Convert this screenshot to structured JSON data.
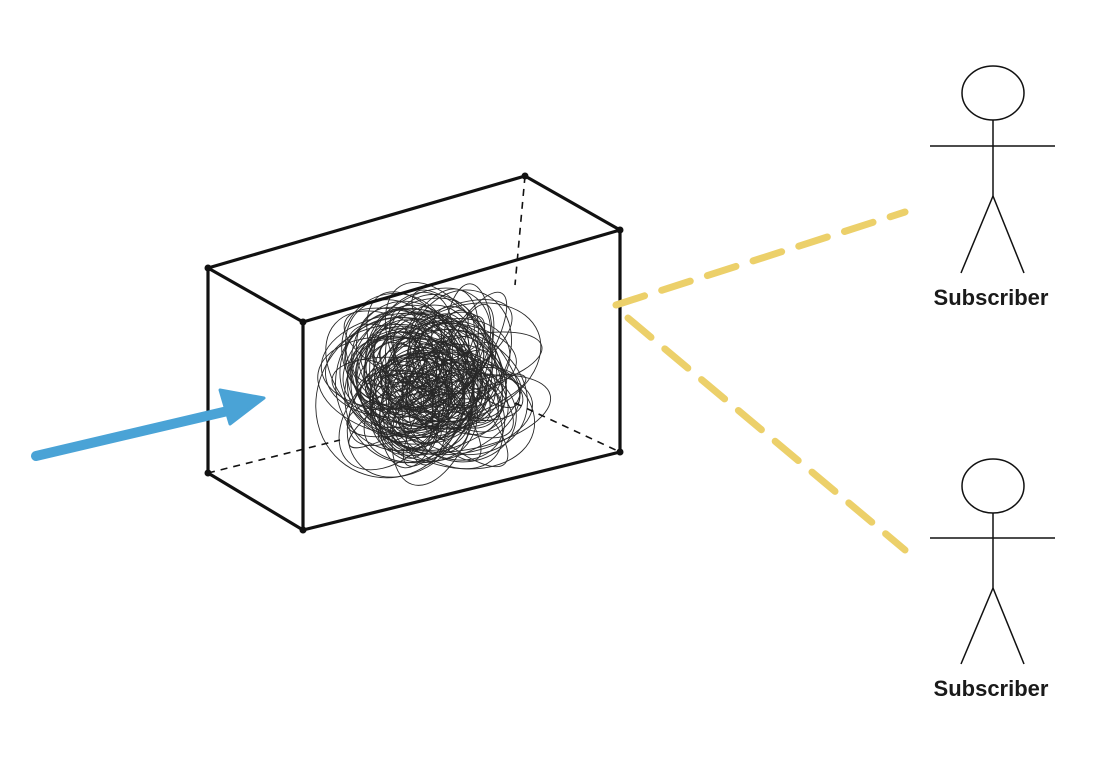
{
  "subscribers": [
    {
      "label": "Subscriber"
    },
    {
      "label": "Subscriber"
    }
  ],
  "colors": {
    "input_arrow": "#4aa3d6",
    "subscription_lines": "#ecd06a",
    "box_edges": "#111111",
    "background": "#ffffff"
  },
  "icons": {
    "input": "arrow-icon",
    "subscriber": "stick-figure-icon",
    "contents": "scribble-ball"
  }
}
